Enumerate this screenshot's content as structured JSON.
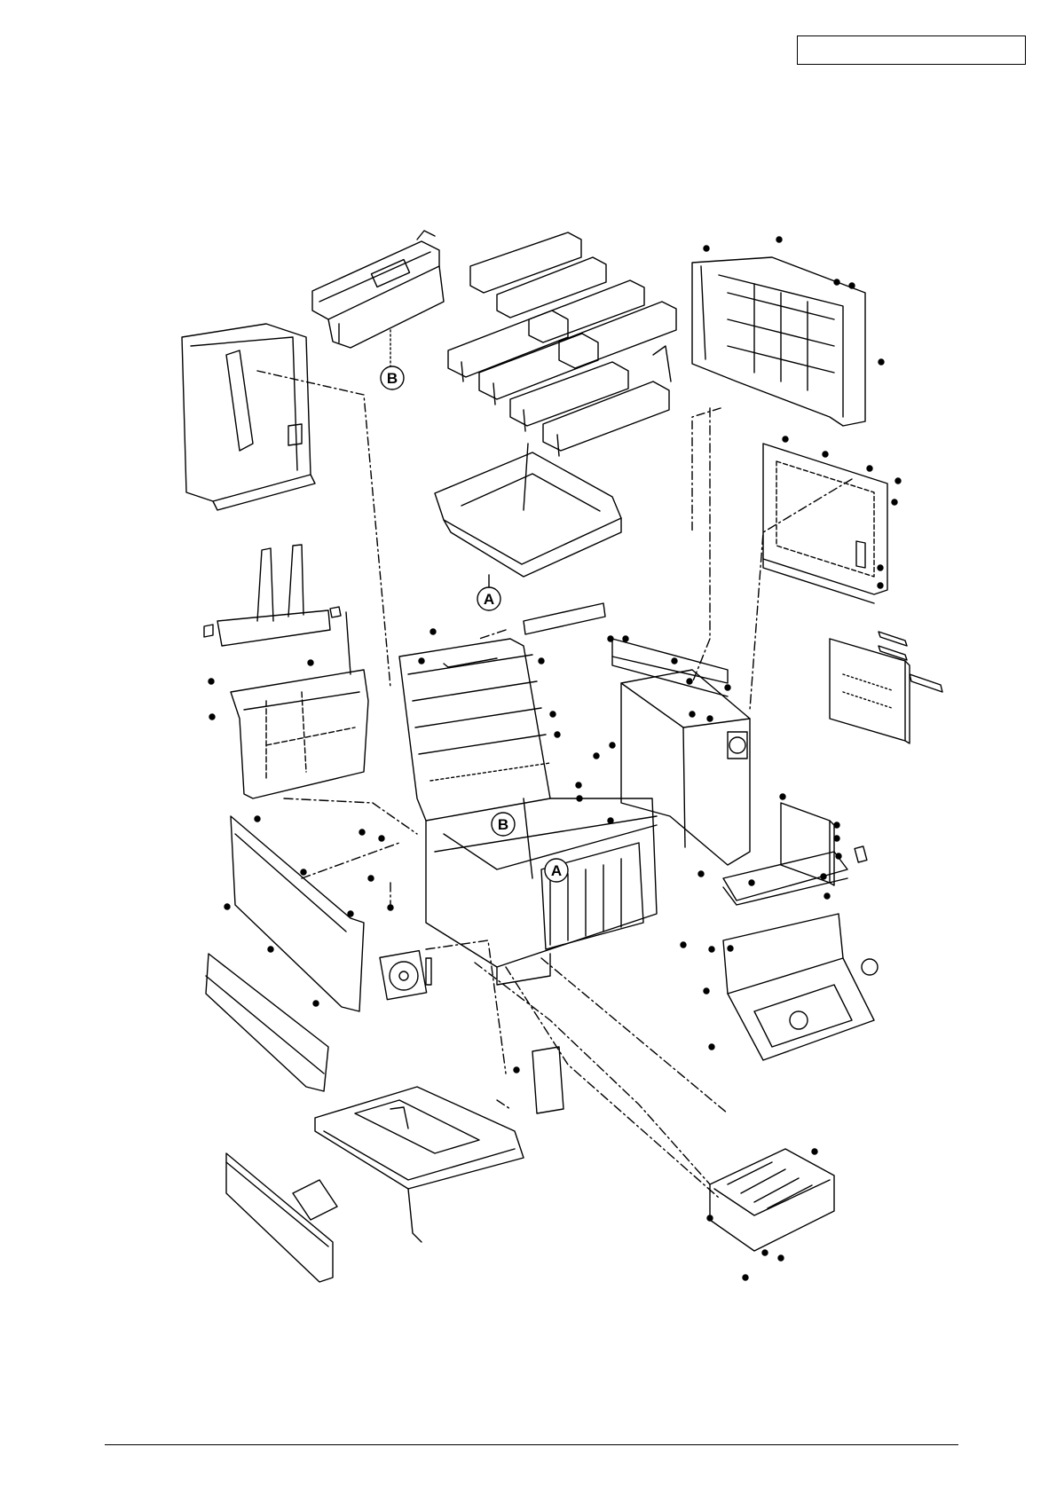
{
  "header": {
    "reference_box": ""
  },
  "diagram": {
    "callouts": [
      {
        "id": "b-top",
        "label": "B"
      },
      {
        "id": "a-top",
        "label": "A"
      },
      {
        "id": "b-main",
        "label": "B"
      },
      {
        "id": "a-main",
        "label": "A"
      }
    ],
    "label_box": ""
  },
  "footer": {
    "rule": true
  },
  "colors": {
    "ink": "#000000",
    "paper": "#ffffff"
  }
}
